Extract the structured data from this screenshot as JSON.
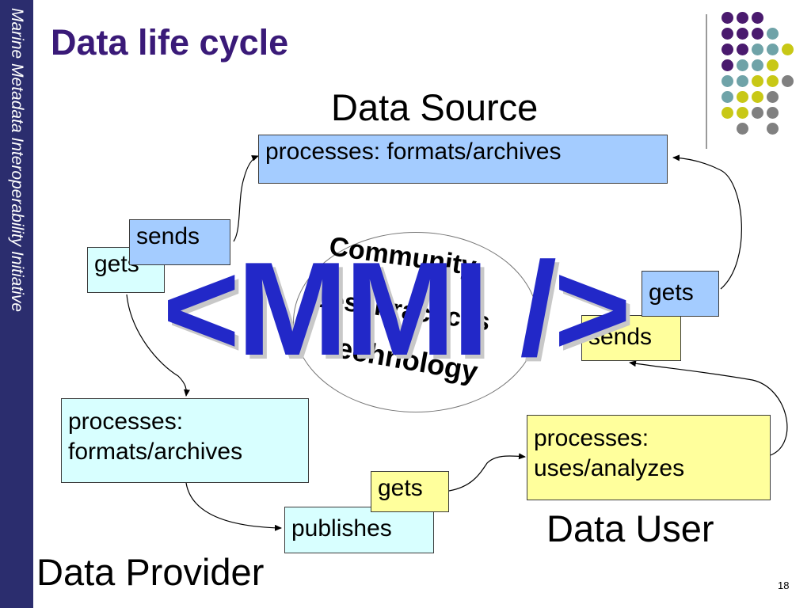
{
  "sidebar": {
    "text": "Marine Metadata Interoperability Initiative"
  },
  "slide": {
    "title": "Data life cycle",
    "page_number": "18"
  },
  "labels": {
    "data_source": "Data Source",
    "data_user": "Data User",
    "data_provider": "Data Provider"
  },
  "boxes": {
    "source_processes": "processes: formats/archives",
    "provider_sends": "sends",
    "provider_gets": "gets",
    "provider_processes_line1": "processes:",
    "provider_processes_line2": "formats/archives",
    "publishes": "publishes",
    "user_gets_bottom": "gets",
    "user_processes_line1": "processes:",
    "user_processes_line2": "uses/analyzes",
    "user_gets_right": "gets",
    "user_sends": "sends"
  },
  "center": {
    "word1": "Community",
    "word2": "Best Practices",
    "word3": "Technology",
    "logo": "<MMI />"
  },
  "colors": {
    "sidebar": "#2b2d6e",
    "title": "#3a1a78",
    "box_blue": "#a4ccff",
    "box_cyan": "#d8ffff",
    "box_yellow": "#ffff9c",
    "logo": "#2228c8",
    "dot_purple": "#4a1a6e",
    "dot_teal": "#6fa3a8",
    "dot_yellow": "#c8c816",
    "dot_gray": "#808080"
  }
}
